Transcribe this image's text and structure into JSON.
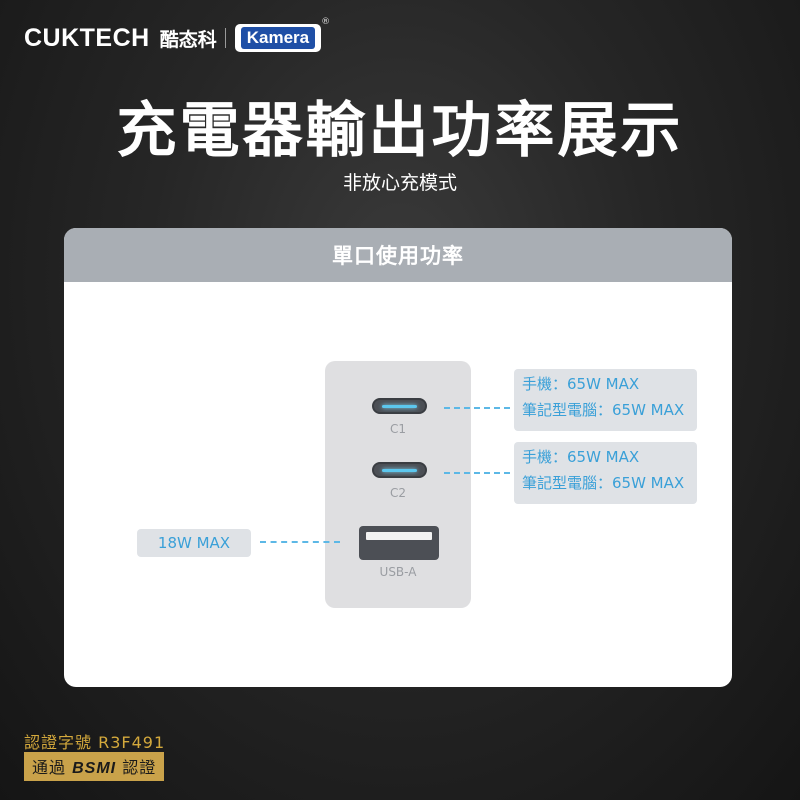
{
  "brand": {
    "name": "CUKTECH",
    "name_cn": "酷态科",
    "partner": "Kamera",
    "partner_mark": "®"
  },
  "headline": "充電器輸出功率展示",
  "subtitle": "非放心充模式",
  "card": {
    "title": "單口使用功率",
    "ports": {
      "c1": {
        "label": "C1",
        "line1": "手機：65W MAX",
        "line2": "筆記型電腦：65W MAX"
      },
      "c2": {
        "label": "C2",
        "line1": "手機：65W MAX",
        "line2": "筆記型電腦：65W MAX"
      },
      "usba": {
        "label": "USB-A",
        "line1": "18W MAX"
      }
    }
  },
  "certification": {
    "number_line": "認證字號 R3F491",
    "badge_prefix": "通過",
    "badge_brand": "BSMI",
    "badge_suffix": "認證"
  },
  "colors": {
    "accent_blue": "#3aa0d8",
    "gold": "#c9a24a",
    "header_gray": "#a9aeb4"
  }
}
